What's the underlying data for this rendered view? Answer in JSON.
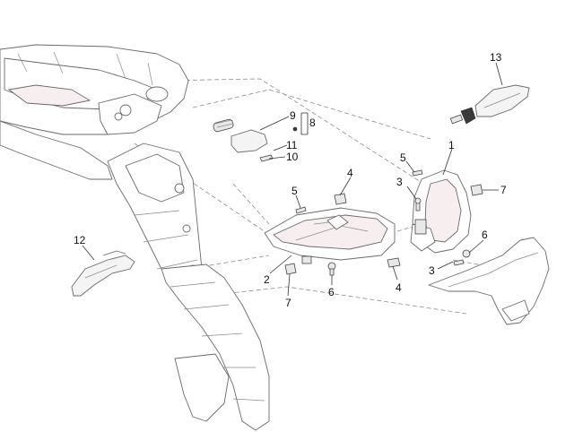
{
  "callouts": {
    "c1": "1",
    "c2": "2",
    "c3a": "3",
    "c3b": "3",
    "c4a": "4",
    "c4b": "4",
    "c5a": "5",
    "c5b": "5",
    "c6a": "6",
    "c6b": "6",
    "c7a": "7",
    "c7b": "7",
    "c8": "8",
    "c9": "9",
    "c10": "10",
    "c11": "11",
    "c12": "12",
    "c13": "13"
  }
}
